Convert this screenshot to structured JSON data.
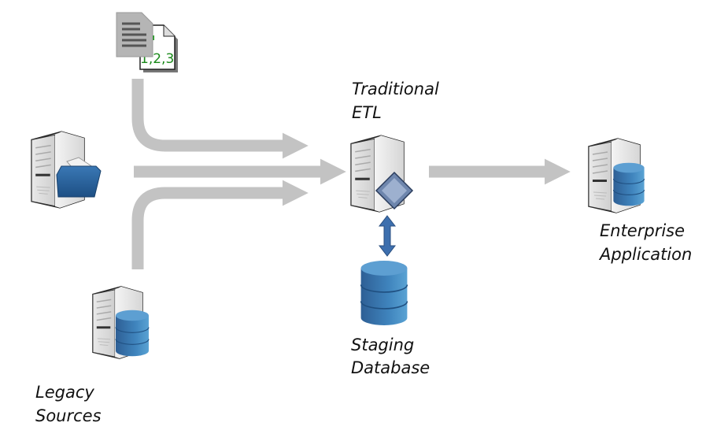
{
  "labels": {
    "etl_line1": "Traditional",
    "etl_line2": "ETL",
    "staging_line1": "Staging",
    "staging_line2": "Database",
    "enterprise_line1": "Enterprise",
    "enterprise_line2": "Application",
    "legacy_line1": "Legacy",
    "legacy_line2": "Sources"
  },
  "document_icon_text": "1,2,3",
  "colors": {
    "flow_arrow": "#c3c3c3",
    "db_blue": "#3f7fb5",
    "double_arrow": "#3d6fae"
  },
  "icons": [
    "document-icon",
    "server-folder-icon",
    "server-database-icon",
    "etl-server-icon",
    "database-icon",
    "enterprise-server-icon"
  ]
}
